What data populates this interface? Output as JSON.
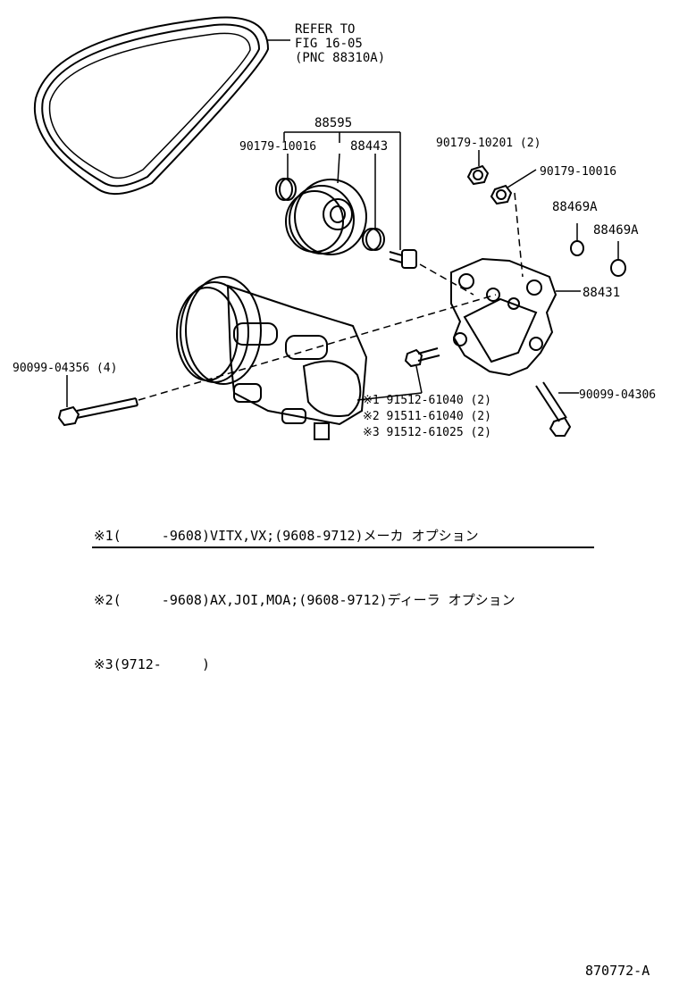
{
  "belt_ref": {
    "line1": "REFER TO",
    "line2": "FIG 16-05",
    "line3": "(PNC 88310A)"
  },
  "labels": {
    "p88595": "88595",
    "p90179_10016_a": "90179-10016",
    "p88443": "88443",
    "p90179_10201": "90179-10201 (2)",
    "p90179_10016_b": "90179-10016",
    "p88469A_a": "88469A",
    "p88469A_b": "88469A",
    "p88431": "88431",
    "p90099_04356": "90099-04356 (4)",
    "p90099_04306": "90099-04306",
    "p91512_61040": "※1 91512-61040 (2)",
    "p91511_61040": "※2 91511-61040 (2)",
    "p91512_61025": "※3 91512-61025 (2)"
  },
  "notes": [
    "※1(     -9608)VITX,VX;(9608-9712)メーカ オプション",
    "※2(     -9608)AX,JOI,MOA;(9608-9712)ディーラ オプション",
    "※3(9712-     )"
  ],
  "figure_code": "870772-A"
}
